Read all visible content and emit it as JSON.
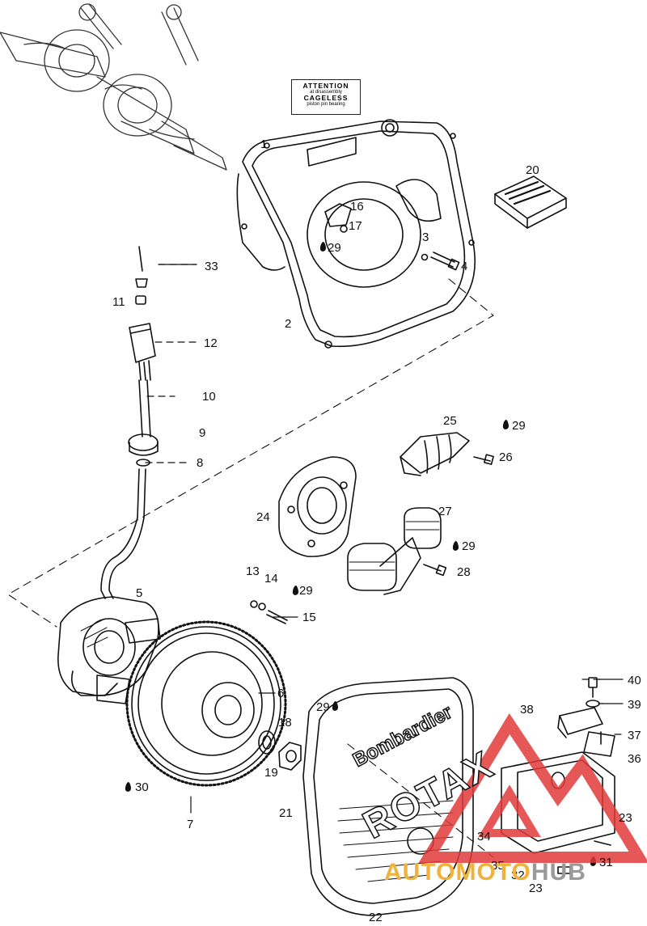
{
  "notice": {
    "line1": "ATTENTION",
    "line2": "at disassembly",
    "line3": "CAGELESS",
    "line4": "piston pin bearing"
  },
  "cover_brand": {
    "line1": "Bombardier",
    "line2": "ROTAX"
  },
  "watermark": {
    "part1": "AUTOMOTO",
    "part2": "HUB"
  },
  "callouts": [
    {
      "id": "c1",
      "text": "1"
    },
    {
      "id": "c2",
      "text": "2"
    },
    {
      "id": "c3",
      "text": "3"
    },
    {
      "id": "c4",
      "text": "4"
    },
    {
      "id": "c5",
      "text": "5"
    },
    {
      "id": "c6",
      "text": "6"
    },
    {
      "id": "c7",
      "text": "7"
    },
    {
      "id": "c8",
      "text": "8"
    },
    {
      "id": "c9",
      "text": "9"
    },
    {
      "id": "c10",
      "text": "10"
    },
    {
      "id": "c11",
      "text": "11"
    },
    {
      "id": "c12",
      "text": "12"
    },
    {
      "id": "c13",
      "text": "13"
    },
    {
      "id": "c14",
      "text": "14"
    },
    {
      "id": "c15",
      "text": "15"
    },
    {
      "id": "c16",
      "text": "16"
    },
    {
      "id": "c17",
      "text": "17"
    },
    {
      "id": "c18",
      "text": "18"
    },
    {
      "id": "c19",
      "text": "19"
    },
    {
      "id": "c20",
      "text": "20"
    },
    {
      "id": "c21",
      "text": "21"
    },
    {
      "id": "c22",
      "text": "22"
    },
    {
      "id": "c23a",
      "text": "23"
    },
    {
      "id": "c23b",
      "text": "23"
    },
    {
      "id": "c24",
      "text": "24"
    },
    {
      "id": "c25",
      "text": "25"
    },
    {
      "id": "c26",
      "text": "26"
    },
    {
      "id": "c27",
      "text": "27"
    },
    {
      "id": "c28",
      "text": "28"
    },
    {
      "id": "c29a",
      "text": "29"
    },
    {
      "id": "c29b",
      "text": "29"
    },
    {
      "id": "c29c",
      "text": "29"
    },
    {
      "id": "c29d",
      "text": "29"
    },
    {
      "id": "c29e",
      "text": "29"
    },
    {
      "id": "c30",
      "text": "30"
    },
    {
      "id": "c31",
      "text": "31"
    },
    {
      "id": "c32",
      "text": "32"
    },
    {
      "id": "c33",
      "text": "33"
    },
    {
      "id": "c34",
      "text": "34"
    },
    {
      "id": "c35",
      "text": "35"
    },
    {
      "id": "c36",
      "text": "36"
    },
    {
      "id": "c37",
      "text": "37"
    },
    {
      "id": "c38",
      "text": "38"
    },
    {
      "id": "c39",
      "text": "39"
    },
    {
      "id": "c40",
      "text": "40"
    }
  ],
  "colors": {
    "line": "#111111",
    "watermark_red": "#e23a3a",
    "watermark_gold": "#f0b23a",
    "watermark_gray": "#9a9a9a"
  }
}
